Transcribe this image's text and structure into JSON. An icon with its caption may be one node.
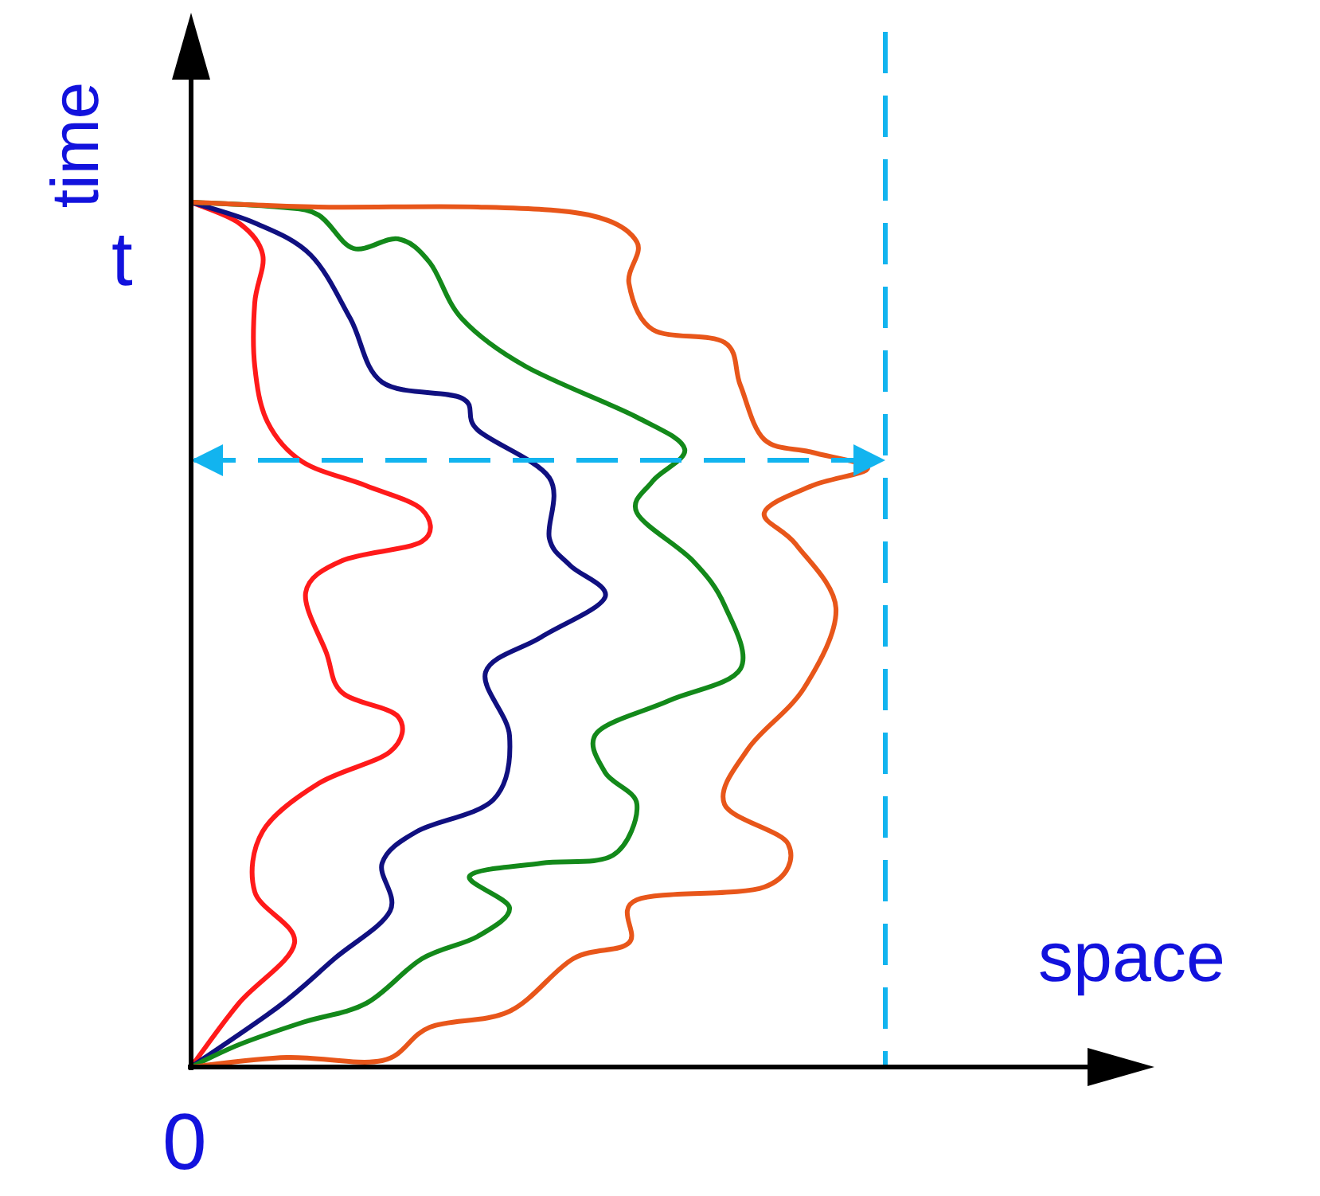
{
  "diagram": {
    "labels": [
      "time",
      "t",
      "space",
      "0"
    ]
  }
}
